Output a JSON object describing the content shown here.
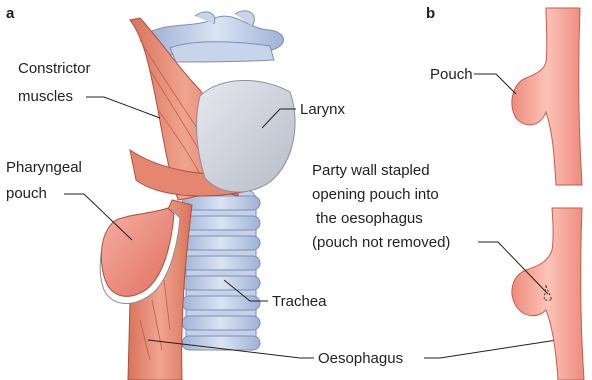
{
  "panels": {
    "a": "a",
    "b": "b"
  },
  "labels": {
    "constrictor_line1": "Constrictor",
    "constrictor_line2": "muscles",
    "larynx": "Larynx",
    "pharyngeal_line1": "Pharyngeal",
    "pharyngeal_line2": "pouch",
    "trachea": "Trachea",
    "oesophagus": "Oesophagus",
    "pouch": "Pouch",
    "stapled_line1": "Party wall stapled",
    "stapled_line2": "opening pouch into",
    "stapled_line3": "the oesophagus",
    "stapled_line4": "(pouch not removed)"
  },
  "colors": {
    "muscle": "#e8917a",
    "muscle_dark": "#c9684f",
    "pouch": "#ef8f82",
    "oesophagus_pink": "#f4a89b",
    "cartilage_blue": "#b9c8e2",
    "larynx_grey": "#cfd3de",
    "outline": "#3a2e2c"
  }
}
